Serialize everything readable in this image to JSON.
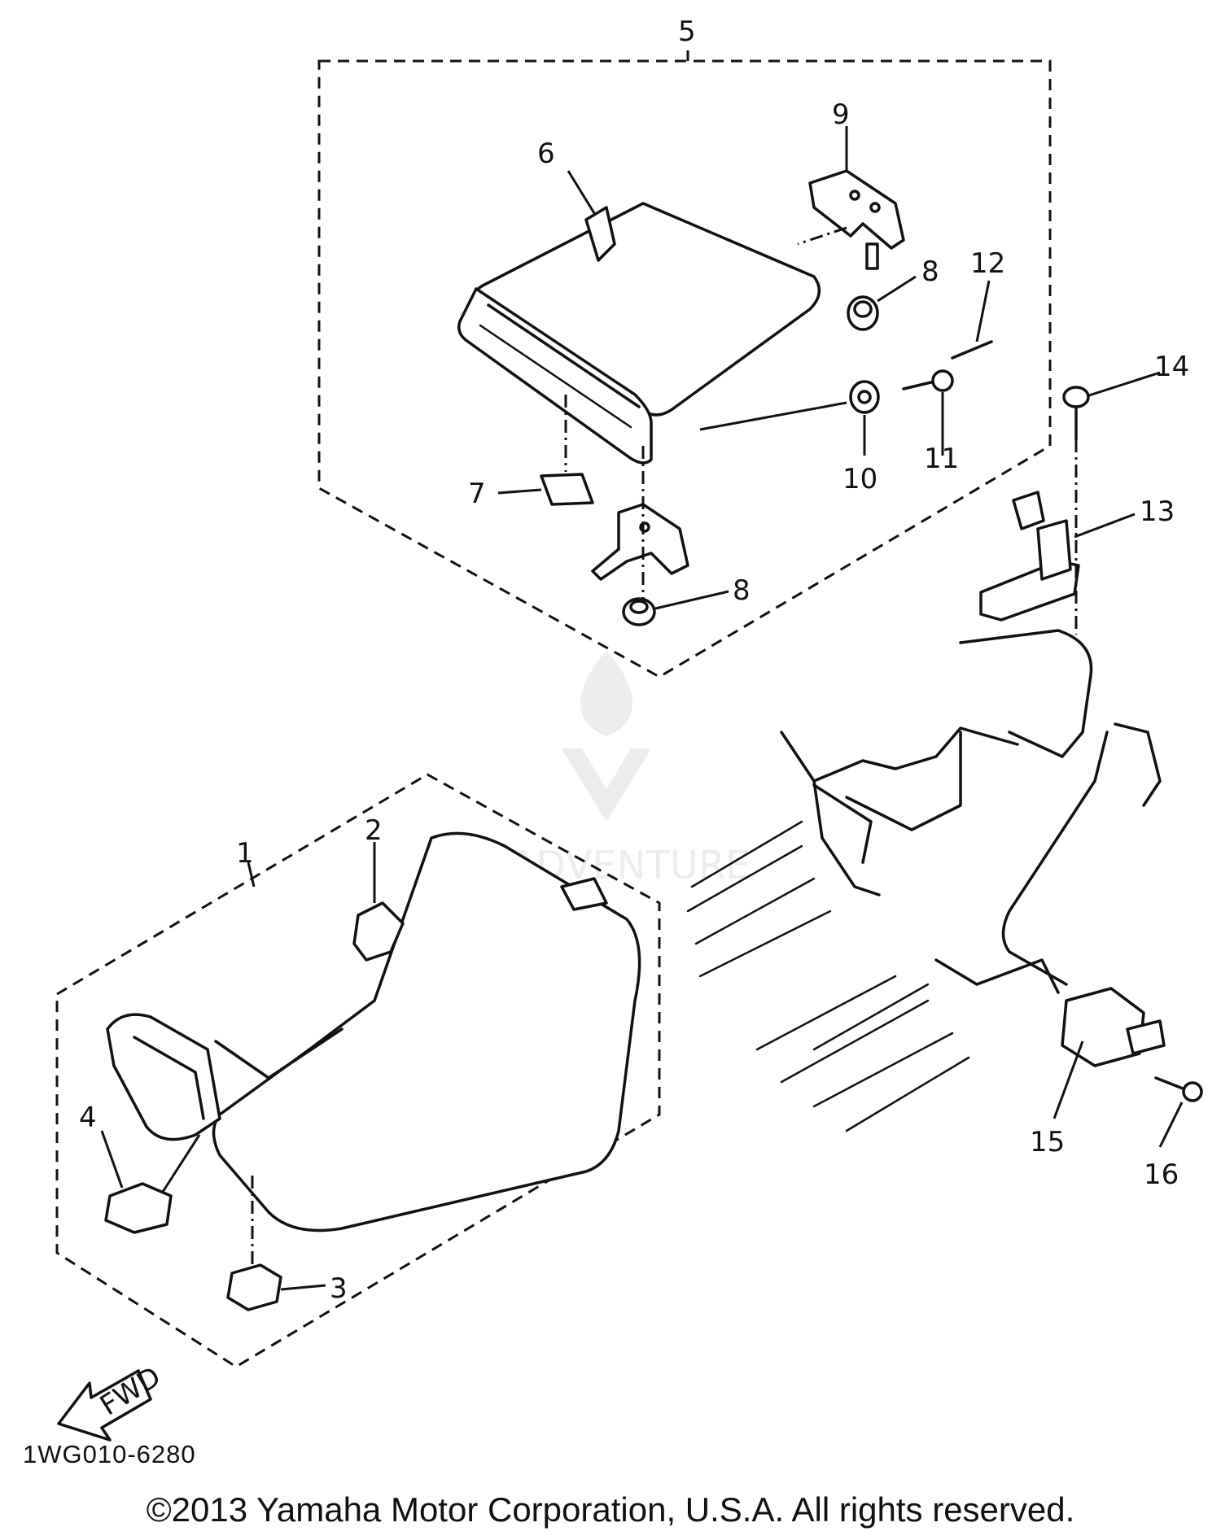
{
  "callouts": [
    "1",
    "2",
    "3",
    "4",
    "5",
    "6",
    "7",
    "8",
    "8",
    "9",
    "10",
    "11",
    "12",
    "13",
    "14",
    "15",
    "16"
  ],
  "fwd_label": "FWD",
  "diagram_code": "1WG010-6280",
  "copyright": "©2013 Yamaha Motor Corporation, U.S.A. All rights reserved.",
  "watermark": "LEADVENTURE"
}
